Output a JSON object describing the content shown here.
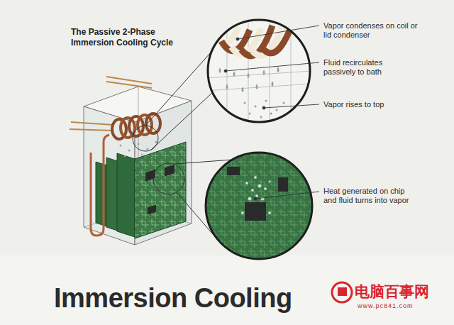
{
  "diagram": {
    "title": "The Passive 2-Phase Immersion Cooling Cycle",
    "labels": [
      "Vapor condenses on coil or lid condenser",
      "Fluid recirculates passively to bath",
      "Vapor rises to top",
      "Heat generated on chip and fluid turns into vapor",
      "Immersion Cooling",
      "电脑百事网",
      "www.pc841.com"
    ]
  }
}
